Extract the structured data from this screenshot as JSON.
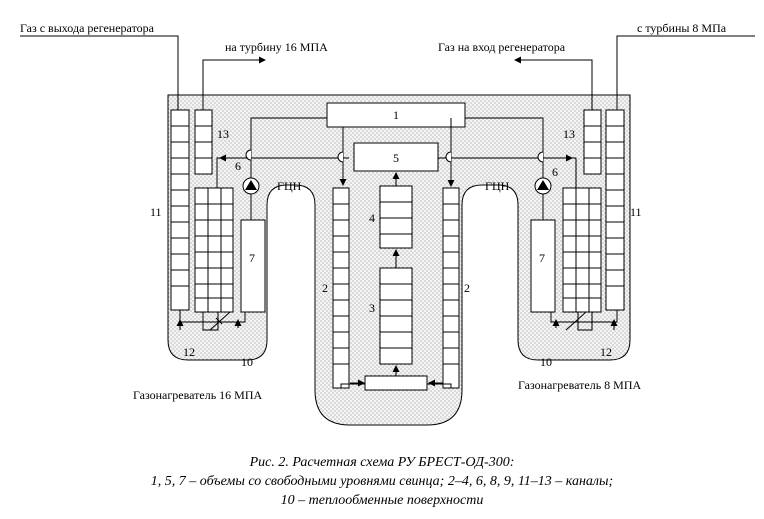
{
  "labels": {
    "gas_from_regen": "Газ с выхода регенератора",
    "to_turbine_16": "на турбину 16 МПА",
    "gas_to_regen": "Газ на вход регенератора",
    "from_turbine_8": "с турбины 8 МПа",
    "gcn": "ГЦН",
    "heater_16": "Газонагреватель 16 МПА",
    "heater_8": "Газонагреватель 8 МПА"
  },
  "numbers": {
    "n1": "1",
    "n2": "2",
    "n3": "3",
    "n4": "4",
    "n5": "5",
    "n6": "6",
    "n7": "7",
    "n10": "10",
    "n11": "11",
    "n12": "12",
    "n13": "13"
  },
  "caption": {
    "line1": "Рис. 2. Расчетная схема РУ БРЕСТ-ОД-300:",
    "line2": "1, 5, 7 – объемы со свободными уровнями свинца; 2–4, 6, 8, 9, 11–13 – каналы;",
    "line3": "10 – теплообменные поверхности"
  }
}
